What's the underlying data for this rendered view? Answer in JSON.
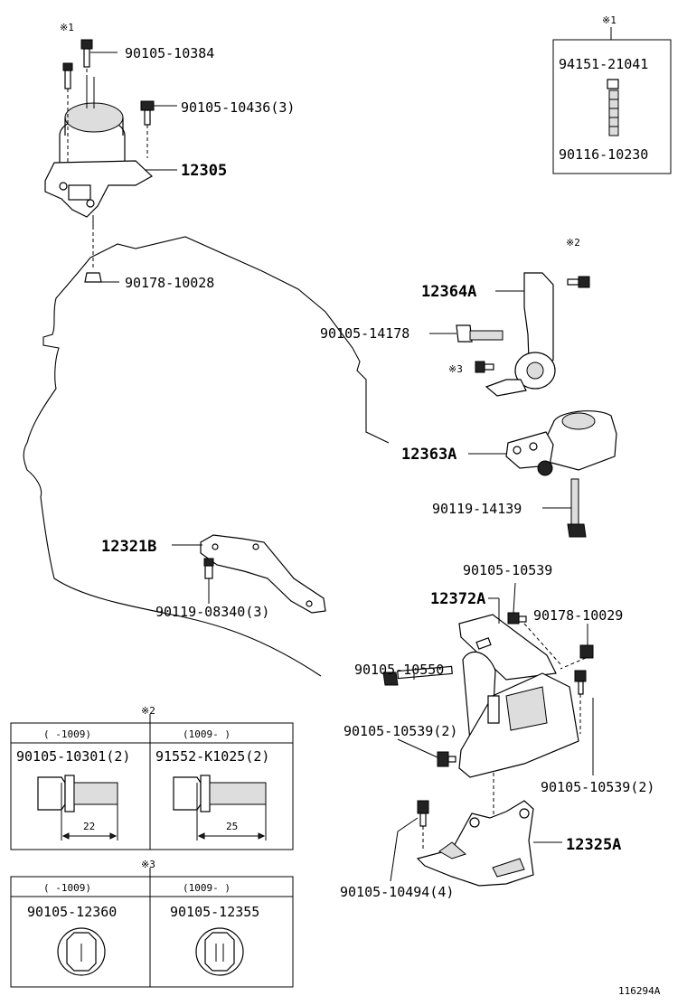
{
  "diagram_id": "116294A",
  "marks": {
    "m1": "※1",
    "m2": "※2",
    "m3": "※3"
  },
  "parts": {
    "p90105_10384": "90105-10384",
    "p90105_10436": "90105-10436(3)",
    "p12305": "12305",
    "p90178_10028": "90178-10028",
    "p12364A": "12364A",
    "p90105_14178": "90105-14178",
    "p12363A": "12363A",
    "p90119_14139": "90119-14139",
    "p12321B": "12321B",
    "p90119_08340": "90119-08340(3)",
    "p90105_10539": "90105-10539",
    "p12372A": "12372A",
    "p90178_10029": "90178-10029",
    "p90105_10550": "90105-10550",
    "p90105_10539_2a": "90105-10539(2)",
    "p90105_10539_2b": "90105-10539(2)",
    "p12325A": "12325A",
    "p90105_10494": "90105-10494(4)"
  },
  "box1": {
    "top": "94151-21041",
    "bottom": "90116-10230"
  },
  "table2": {
    "col1_header": "(    -1009)",
    "col2_header": "(1009-     )",
    "col1_part": "90105-10301(2)",
    "col2_part": "91552-K1025(2)",
    "col1_dim": "22",
    "col2_dim": "25"
  },
  "table3": {
    "col1_header": "(    -1009)",
    "col2_header": "(1009-     )",
    "col1_part": "90105-12360",
    "col2_part": "90105-12355"
  }
}
